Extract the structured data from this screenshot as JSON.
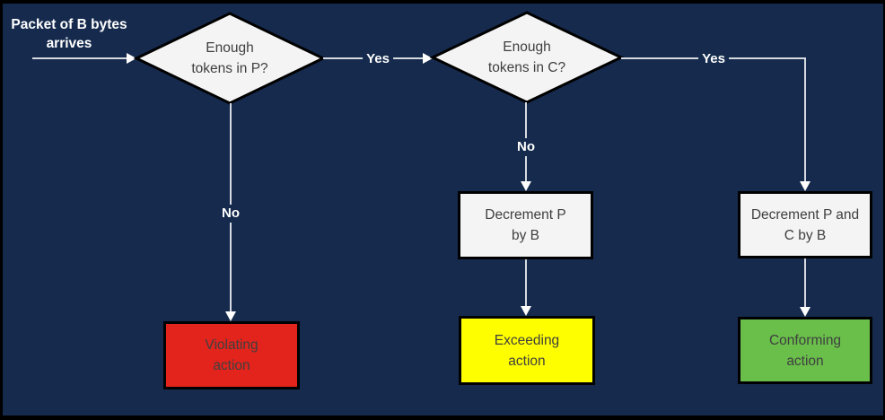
{
  "diagram": {
    "title_semantic": "token-bucket policing flowchart",
    "background_color": "#152a4d",
    "frame_color": "#000000",
    "line_color": "#d6dae0",
    "shape_fill": "#f4f4f4",
    "start_label": {
      "line1": "Packet of B bytes",
      "line2": "arrives"
    },
    "decision_p": {
      "line1": "Enough",
      "line2": "tokens in P?"
    },
    "decision_c": {
      "line1": "Enough",
      "line2": "tokens in C?"
    },
    "edge_labels": {
      "yes_p": "Yes",
      "yes_c": "Yes",
      "no_p": "No",
      "no_c": "No"
    },
    "process_p": {
      "line1": "Decrement P",
      "line2": "by B"
    },
    "process_pc": {
      "line1": "Decrement P and",
      "line2": "C by B"
    },
    "action_violating": {
      "line1": "Violating",
      "line2": "action",
      "color": "#e2241d"
    },
    "action_exceeding": {
      "line1": "Exceeding",
      "line2": "action",
      "color": "#fefe00"
    },
    "action_conforming": {
      "line1": "Conforming",
      "line2": "action",
      "color": "#6abf4b"
    }
  }
}
